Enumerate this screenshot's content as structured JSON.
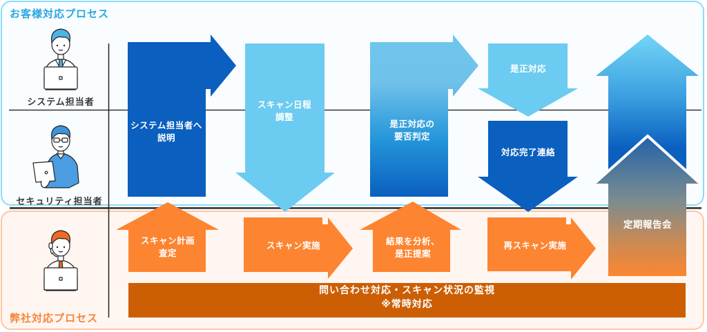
{
  "header": {
    "customer_process_title": "お客様対応プロセス",
    "company_process_title": "弊社対応プロセス"
  },
  "roles": {
    "system_admin": "システム担当者",
    "security_admin": "セキュリティ担当者"
  },
  "steps": {
    "explain_to_system_admin": {
      "lines": [
        "システム担当者へ",
        "説明"
      ]
    },
    "scan_schedule": {
      "lines": [
        "スキャン日程",
        "調整"
      ]
    },
    "remediation_decision": {
      "lines": [
        "是正対応の",
        "要否判定"
      ]
    },
    "remediation": {
      "lines": [
        "是正対応"
      ]
    },
    "completion_notice": {
      "lines": [
        "対応完了連絡"
      ]
    },
    "regular_report": {
      "lines": [
        "定期報告会"
      ]
    },
    "scan_plan": {
      "lines": [
        "スキャン計画",
        "査定"
      ]
    },
    "scan_execution": {
      "lines": [
        "スキャン実施"
      ]
    },
    "analysis_proposal": {
      "lines": [
        "結果を分析、",
        "是正提案"
      ]
    },
    "rescan": {
      "lines": [
        "再スキャン実施"
      ]
    }
  },
  "monitoring": {
    "lines": [
      "問い合わせ対応・スキャン状況の監視",
      "※常時対応"
    ]
  },
  "icons": {
    "system_admin": "person-laptop-icon",
    "security_admin": "person-tablet-icon",
    "company_staff": "person-headset-icon"
  },
  "colors": {
    "customer_accent": "#29a8e0",
    "company_accent": "#f5863a",
    "dark_blue": "#0a5fbf",
    "light_blue": "#6ccbf0",
    "orange": "#fd8430",
    "dark_orange": "#cc5e04"
  }
}
